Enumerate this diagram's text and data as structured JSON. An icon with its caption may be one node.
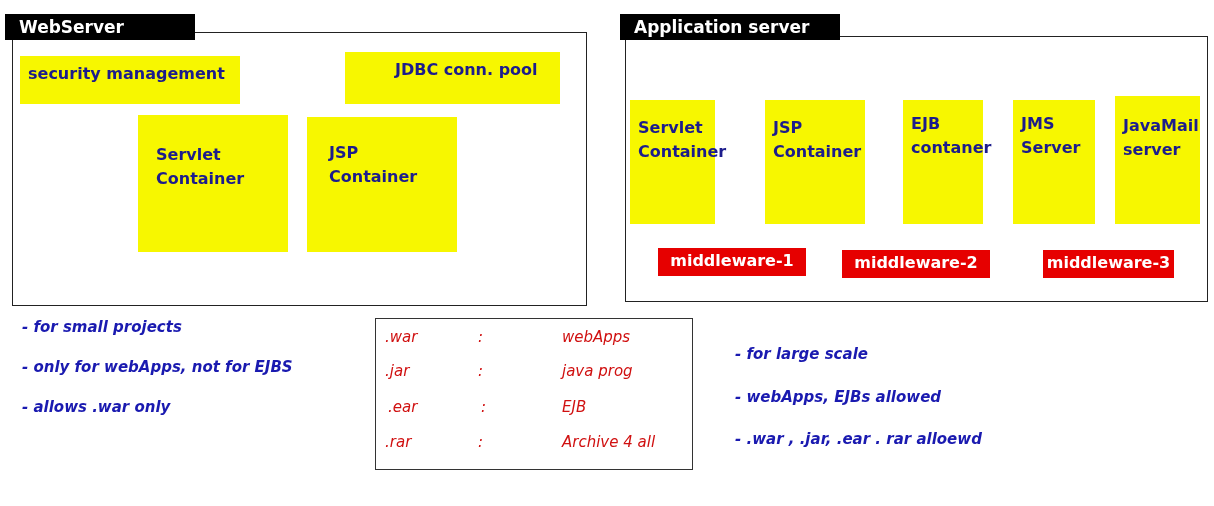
{
  "diagram": {
    "nodes": [
      {
        "text": [
          "WebServer"
        ]
      },
      {
        "text": [
          "security management"
        ],
        "in": 0
      },
      {
        "text": [
          "JDBC conn. pool"
        ],
        "in": 0
      },
      {
        "text": [
          "Servlet Container"
        ],
        "in": 0
      },
      {
        "text": [
          "JSP Container"
        ],
        "in": 0
      },
      {
        "text": [
          "Application server"
        ]
      },
      {
        "text": [
          "Servlet Container"
        ],
        "in": 5
      },
      {
        "text": [
          "JSP Container"
        ],
        "in": 5
      },
      {
        "text": [
          "EJB contaner"
        ],
        "in": 5
      },
      {
        "text": [
          "JMS Server"
        ],
        "in": 5
      },
      {
        "text": [
          "JavaMail server"
        ],
        "in": 5
      },
      {
        "text": [
          "middleware-1"
        ],
        "in": 5
      },
      {
        "text": [
          "middleware-2"
        ],
        "in": 5
      },
      {
        "text": [
          "middleware-3"
        ],
        "in": 5
      }
    ],
    "edges": [],
    "labels": [
      "- for small projects",
      "- only for webApps, not for EJBS",
      "-  allows .war only",
      ".war",
      ":",
      "webApps",
      ".jar",
      ":",
      "java prog",
      ".ear",
      ":",
      "EJB",
      ".rar",
      ":",
      "Archive 4 all",
      "- for large scale",
      "- webApps, EJBs allowed",
      "- .war , .jar, .ear . rar alloewd"
    ]
  }
}
